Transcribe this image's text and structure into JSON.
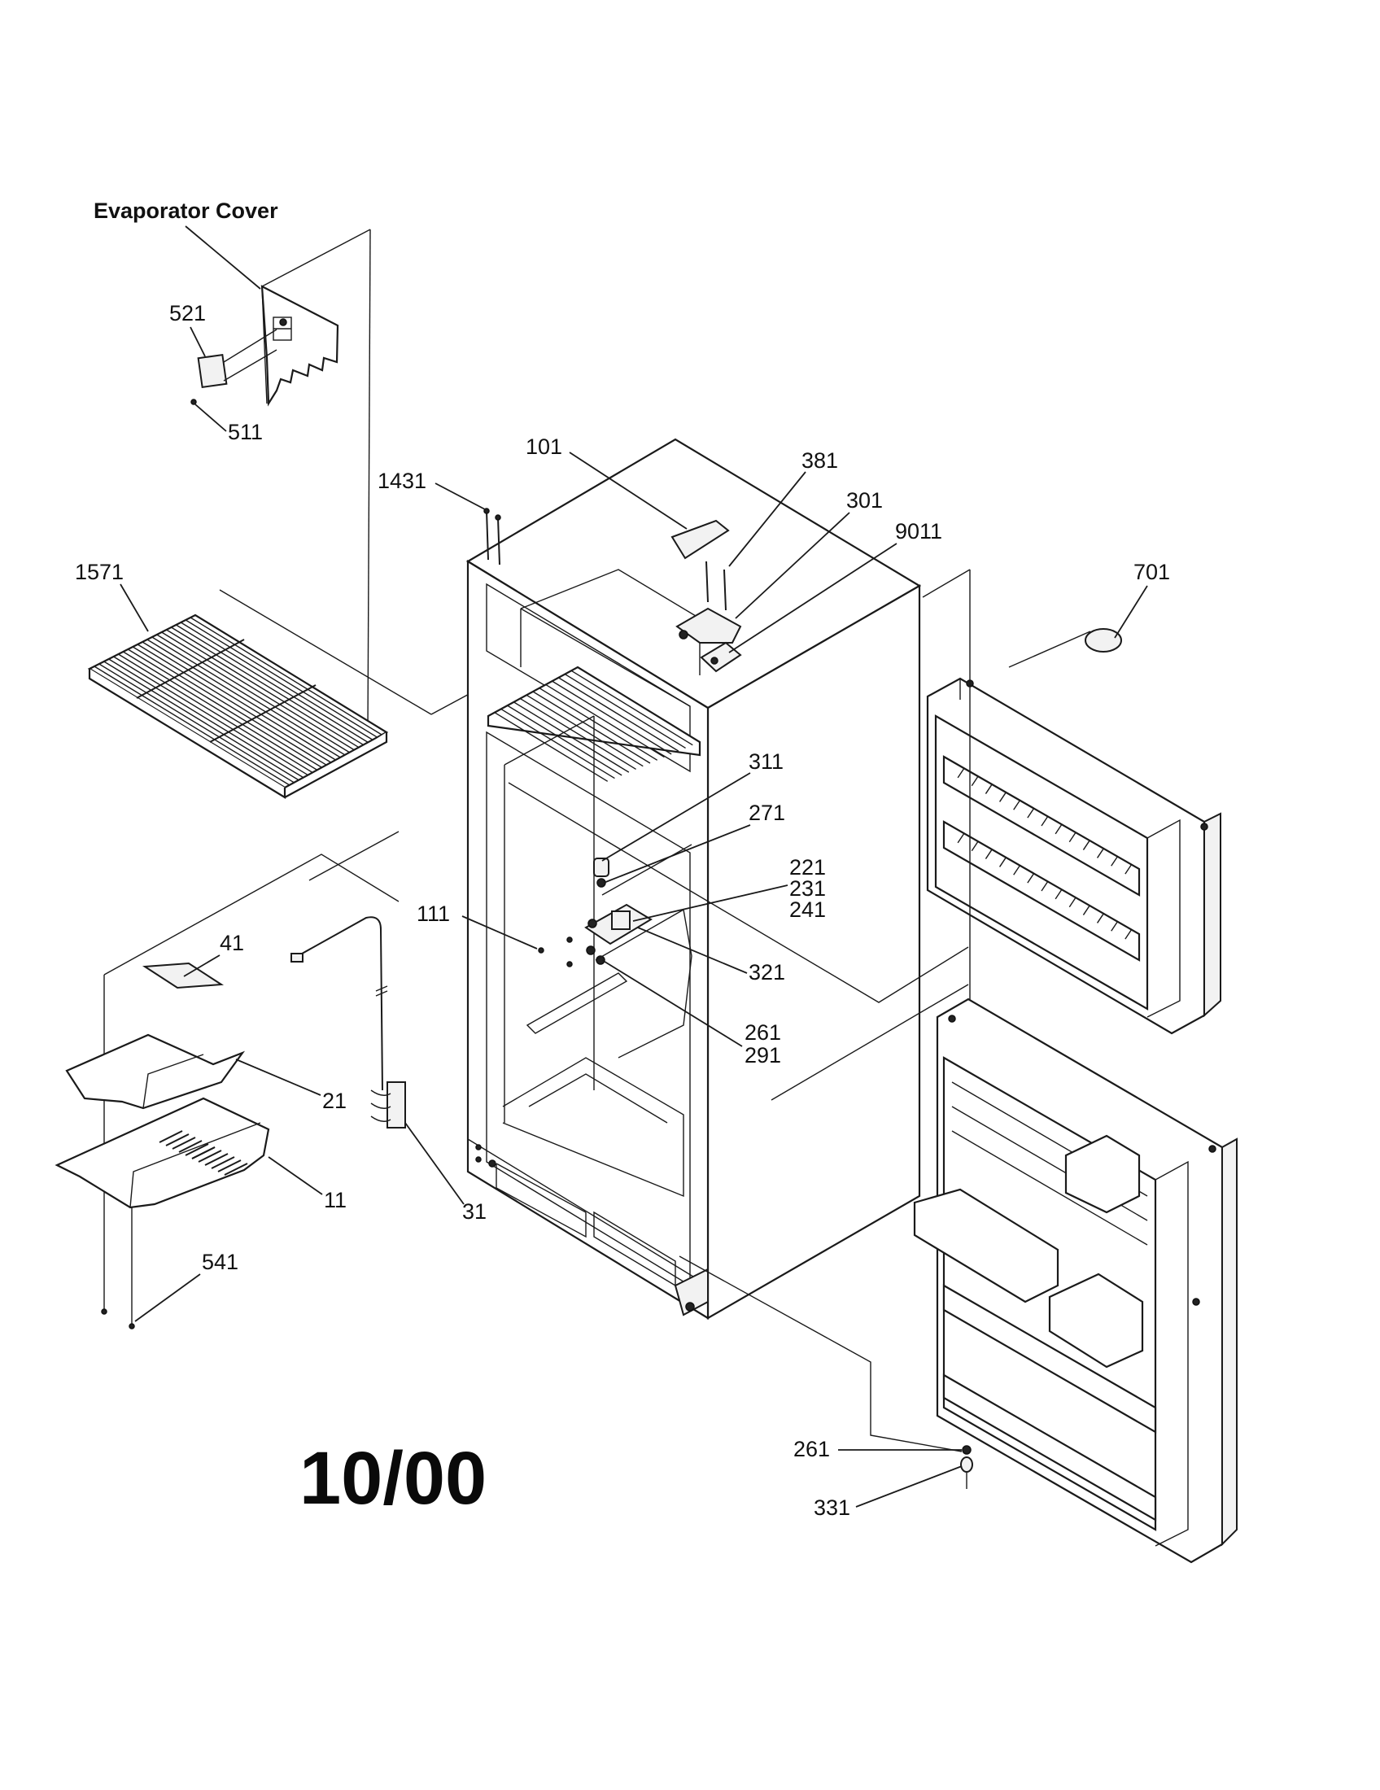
{
  "diagram": {
    "title_label": "Evaporator Cover",
    "date_stamp": "10/00",
    "callouts": {
      "c521": "521",
      "c511": "511",
      "c1431": "1431",
      "c101": "101",
      "c381": "381",
      "c301": "301",
      "c9011": "9011",
      "c701": "701",
      "c1571": "1571",
      "c311": "311",
      "c271": "271",
      "c221": "221",
      "c231": "231",
      "c241": "241",
      "c111": "111",
      "c321": "321",
      "c261a": "261",
      "c291": "291",
      "c41": "41",
      "c21": "21",
      "c11": "11",
      "c31": "31",
      "c541": "541",
      "c261b": "261",
      "c331": "331"
    }
  }
}
